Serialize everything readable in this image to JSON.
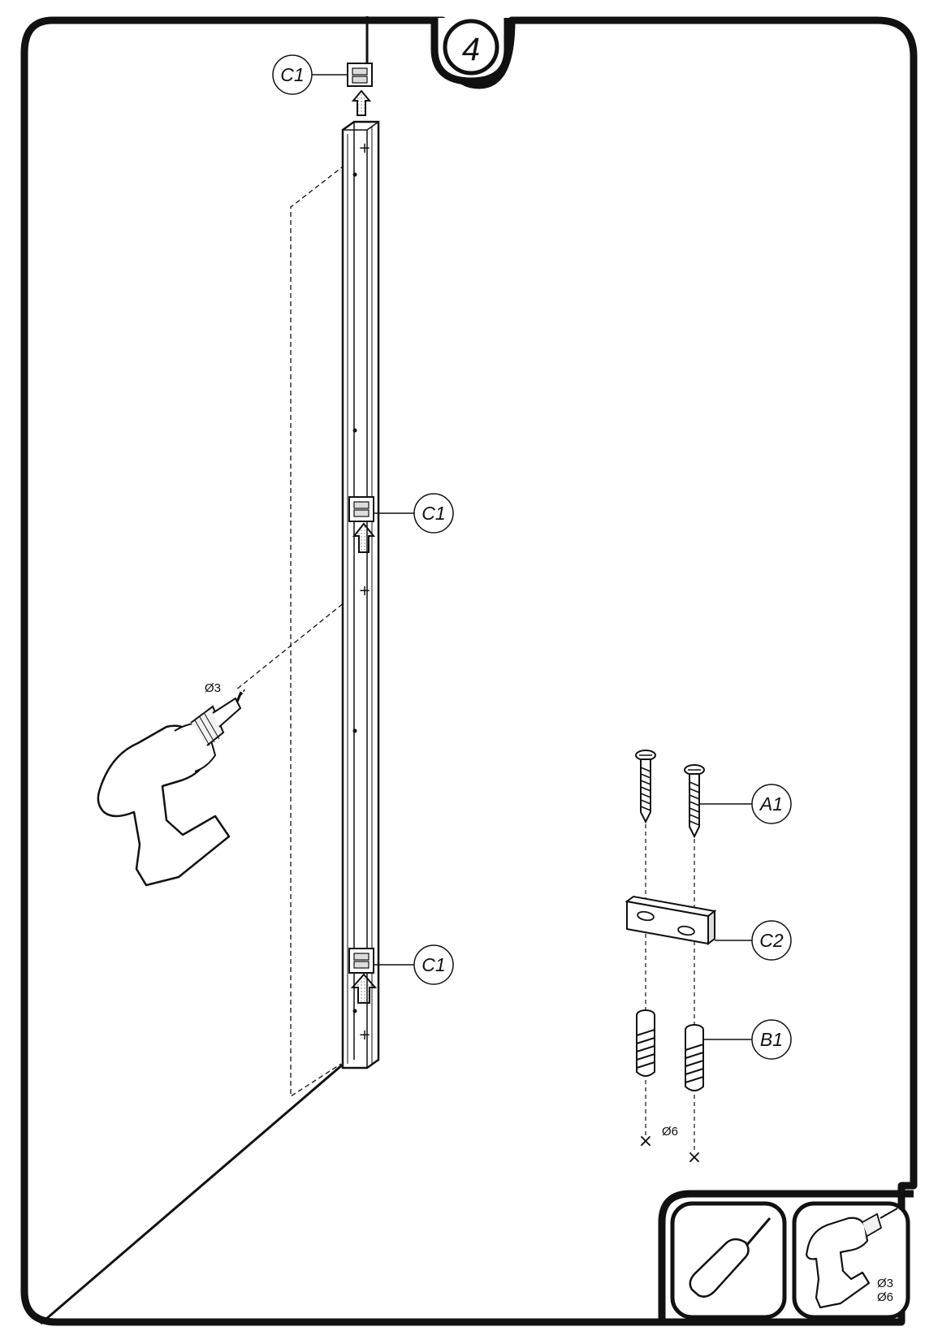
{
  "step": {
    "number": "4"
  },
  "parts": {
    "c1_top": "C1",
    "c1_middle": "C1",
    "c1_bottom": "C1",
    "a1": "A1",
    "c2": "C2",
    "b1": "B1"
  },
  "drill_sizes": {
    "wall_drill": "Ø3",
    "wall_plug_hole": "Ø6"
  },
  "tools": {
    "drill_sizes_top": "Ø3",
    "drill_sizes_bottom": "Ø6"
  }
}
